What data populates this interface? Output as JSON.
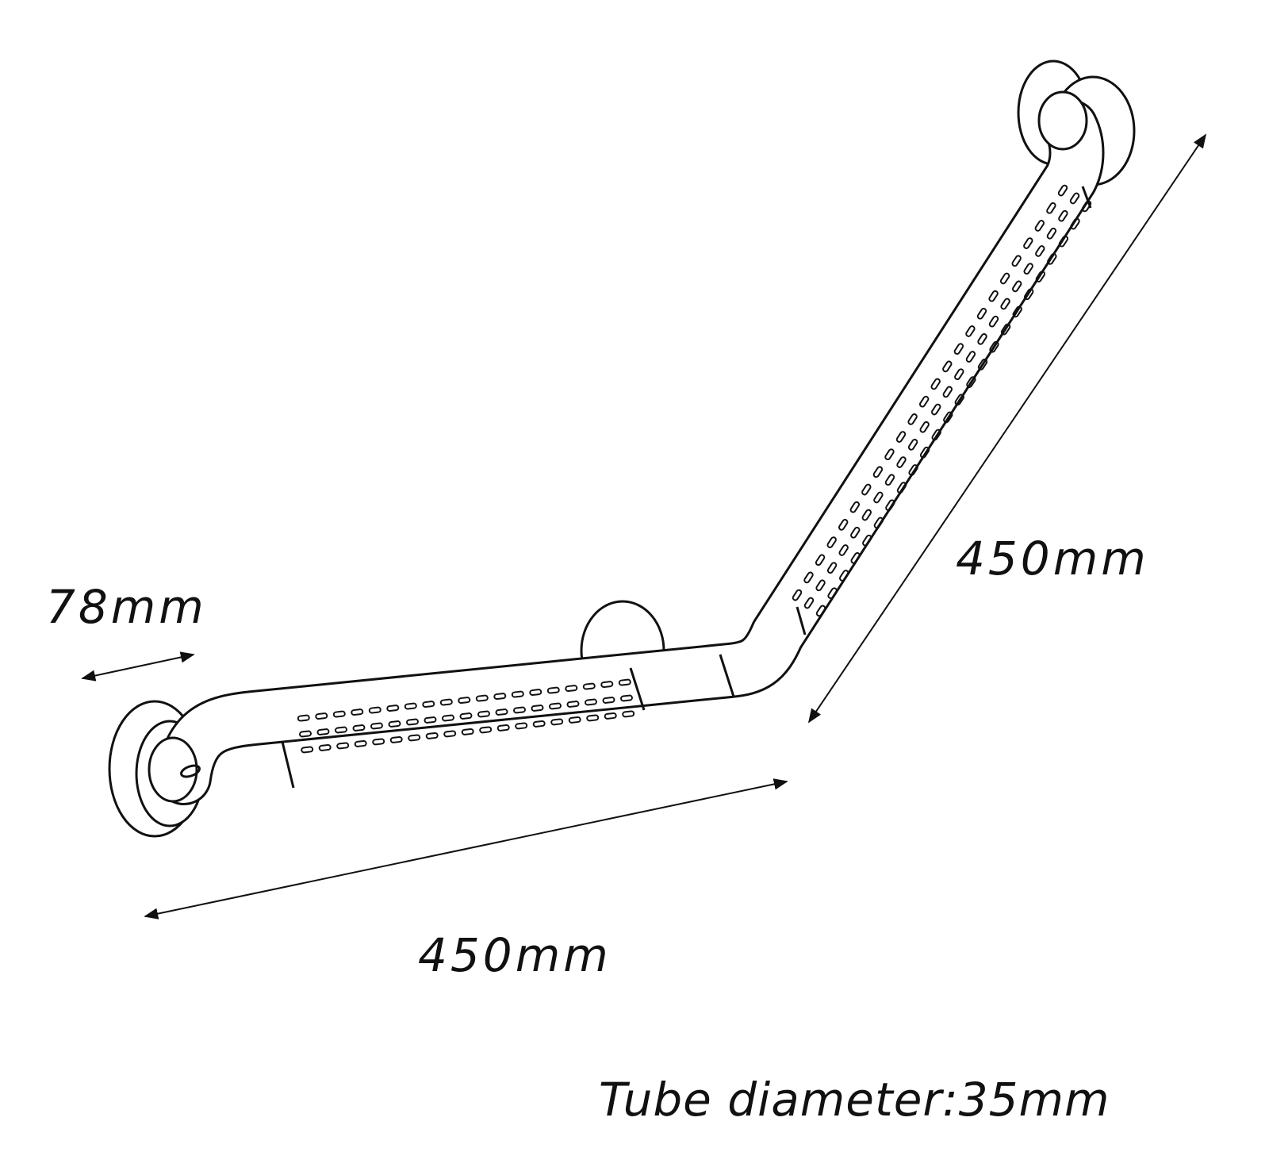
{
  "labels": {
    "depth": "78mm",
    "length_horizontal": "450mm",
    "length_diagonal": "450mm",
    "tube_diameter": "Tube diameter:35mm"
  },
  "colors": {
    "line": "#111111",
    "background": "#ffffff"
  }
}
